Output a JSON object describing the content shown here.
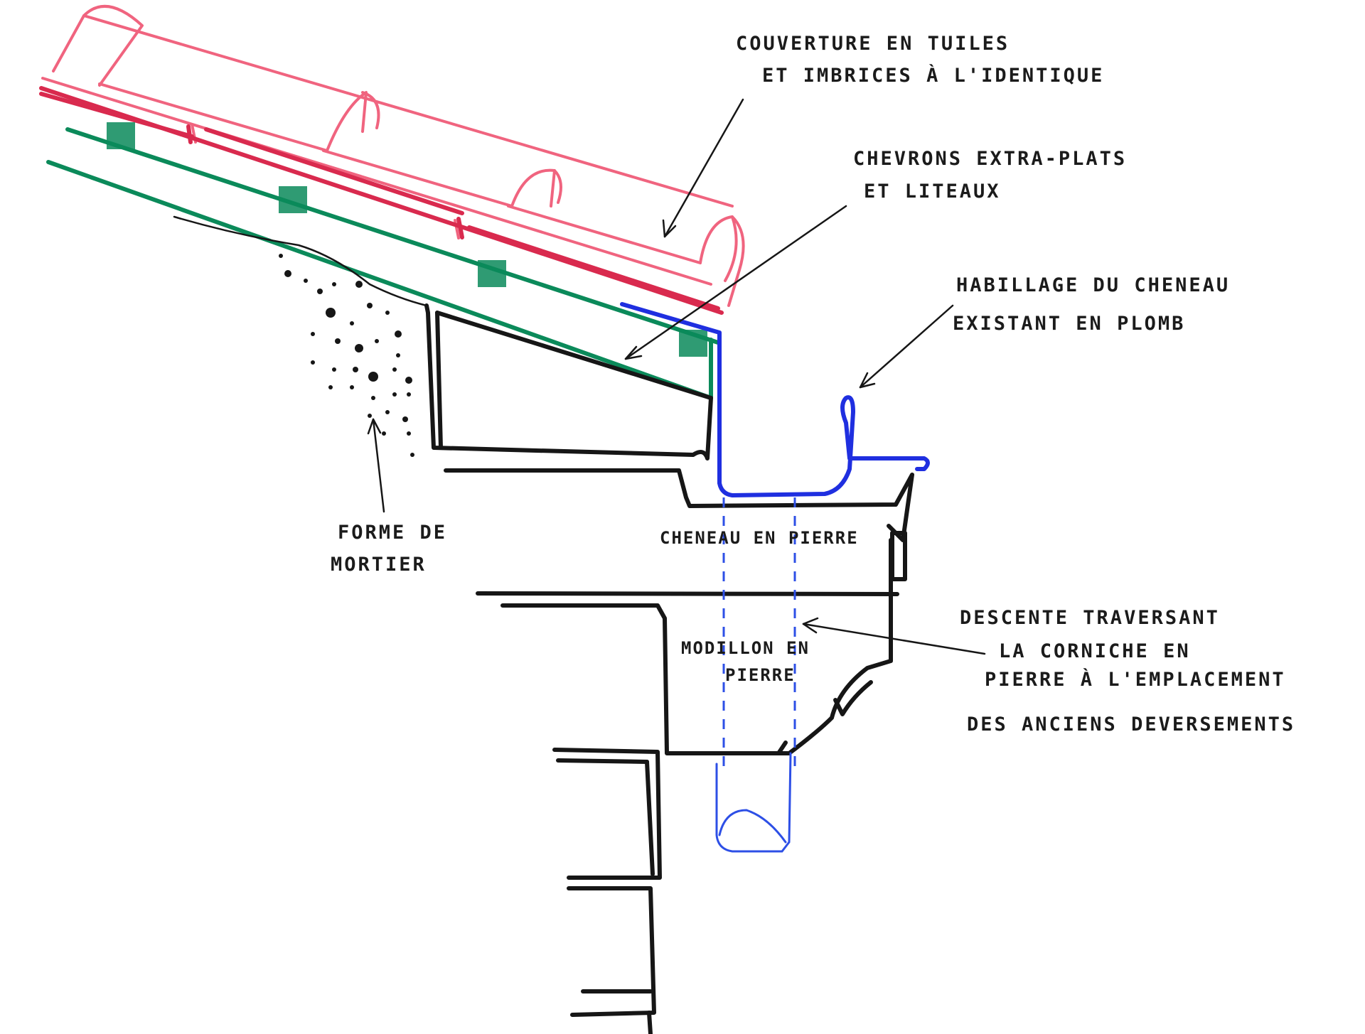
{
  "labels": {
    "couverture_1": "COUVERTURE EN TUILES",
    "couverture_2": "ET IMBRICES À L'IDENTIQUE",
    "chevrons_1": "CHEVRONS EXTRA-PLATS",
    "chevrons_2": "ET LITEAUX",
    "habillage_1": "HABILLAGE DU CHENEAU",
    "habillage_2": "EXISTANT EN PLOMB",
    "forme_1": "FORME DE",
    "forme_2": "MORTIER",
    "cheneau": "CHENEAU EN PIERRE",
    "modillon_1": "MODILLON EN",
    "modillon_2": "PIERRE",
    "descente_1": "DESCENTE TRAVERSANT",
    "descente_2": "LA CORNICHE EN",
    "descente_3": "PIERRE À L'EMPLACEMENT",
    "descente_4": "DES ANCIENS DEVERSEMENTS"
  },
  "colors": {
    "ink": "#161616",
    "rafters": "#0b8a5a",
    "tiles": "#f0647f",
    "tile_underside": "#d92a4e",
    "lead_and_pipe": "#1f2fe0"
  }
}
